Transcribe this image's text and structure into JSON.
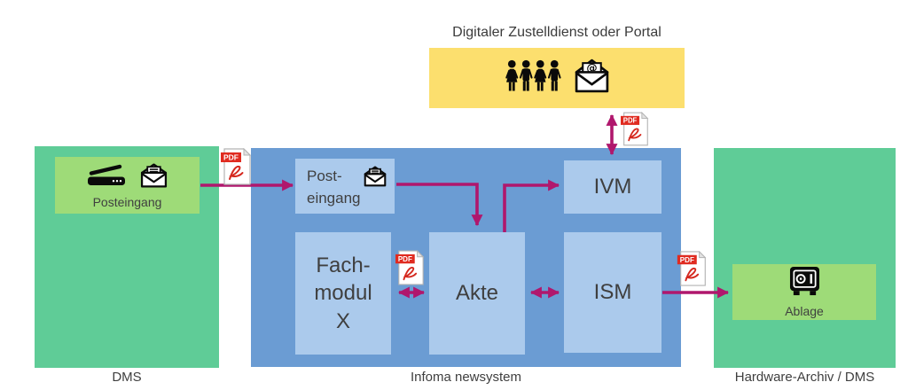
{
  "colors": {
    "yellow": "#fcdf6e",
    "green": "#5fcc97",
    "green_light": "#9edb78",
    "blue": "#6b9cd3",
    "blue_light": "#abcaec",
    "arrow": "#b0176d",
    "text": "#3f3f3f",
    "pdf_red": "#e02b20"
  },
  "portal": {
    "title": "Digitaler Zustelldienst oder Portal",
    "icons": [
      "people-group-icon",
      "email-envelope-icon"
    ]
  },
  "dms": {
    "box_label": "Posteingang",
    "box_icons": [
      "scanner-icon",
      "envelope-letter-icon"
    ],
    "region_label": "DMS"
  },
  "infoma": {
    "posteingang": "Post-\neingang",
    "posteingang_icon": "envelope-letter-icon",
    "fachmodul": "Fach-\nmodul\nX",
    "akte": "Akte",
    "ivm": "IVM",
    "ism": "ISM",
    "region_label": "Infoma newsystem"
  },
  "archive": {
    "box_label": "Ablage",
    "box_icon": "safe-icon",
    "region_label": "Hardware-Archiv / DMS"
  },
  "pdf": {
    "label": "PDF"
  }
}
